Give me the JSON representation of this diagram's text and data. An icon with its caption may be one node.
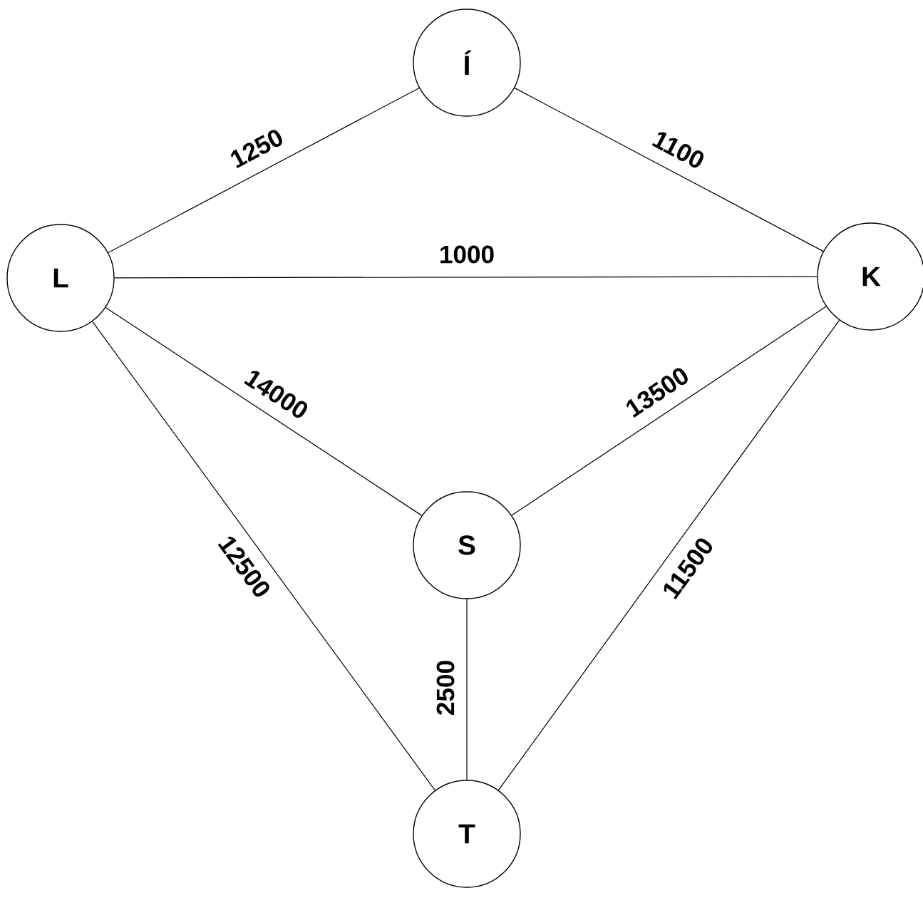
{
  "diagram": {
    "nodes": [
      {
        "text": [
          "Í"
        ]
      },
      {
        "text": [
          "L"
        ]
      },
      {
        "text": [
          "K"
        ]
      },
      {
        "text": [
          "S"
        ]
      },
      {
        "text": [
          "T"
        ]
      }
    ],
    "edges": [
      {
        "from": 1,
        "to": 0,
        "arrow": "none",
        "label": "1250"
      },
      {
        "from": 0,
        "to": 2,
        "arrow": "none",
        "label": "1100"
      },
      {
        "from": 1,
        "to": 2,
        "arrow": "none",
        "label": "1000"
      },
      {
        "from": 1,
        "to": 3,
        "arrow": "none",
        "label": "14000"
      },
      {
        "from": 3,
        "to": 2,
        "arrow": "none",
        "label": "13500"
      },
      {
        "from": 1,
        "to": 4,
        "arrow": "none",
        "label": "12500"
      },
      {
        "from": 3,
        "to": 4,
        "arrow": "none",
        "label": "2500"
      },
      {
        "from": 4,
        "to": 2,
        "arrow": "none",
        "label": "11500"
      }
    ]
  }
}
